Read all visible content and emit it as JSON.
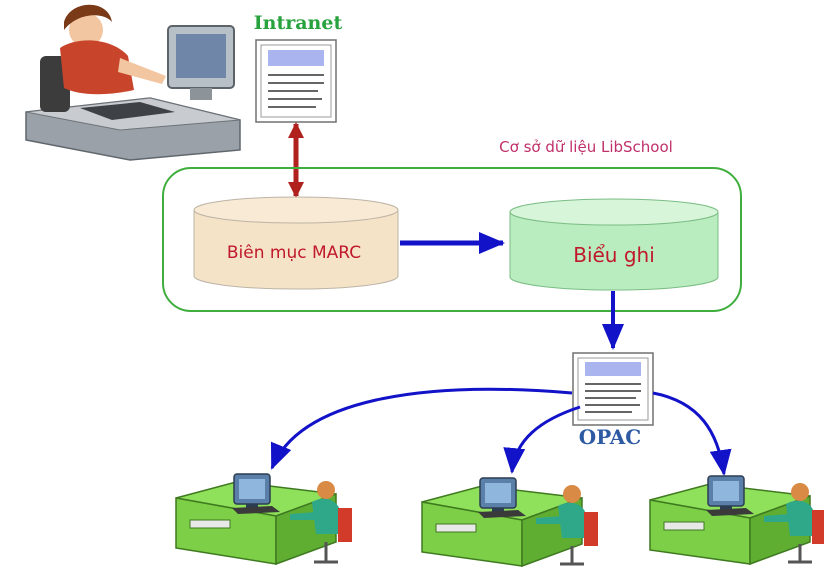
{
  "diagram": {
    "intranet_label": "Intranet",
    "database_label": "Cơ sở dữ liệu LibSchool",
    "marc_label": "Biên mục MARC",
    "record_label": "Biểu ghi",
    "opac_label": "OPAC"
  },
  "colors": {
    "intranet_label": "#27a23d",
    "database_label": "#c0306a",
    "database_border": "#3fae3f",
    "cylinder_text": "#c0192b",
    "marc_fill": "#f5e3c8",
    "record_fill": "#b9ecbe",
    "bidirectional_arrow": "#b0201c",
    "flow_arrow": "#1212c9",
    "opac_label": "#2d5aa3",
    "desk_green": "#8fe05a"
  }
}
